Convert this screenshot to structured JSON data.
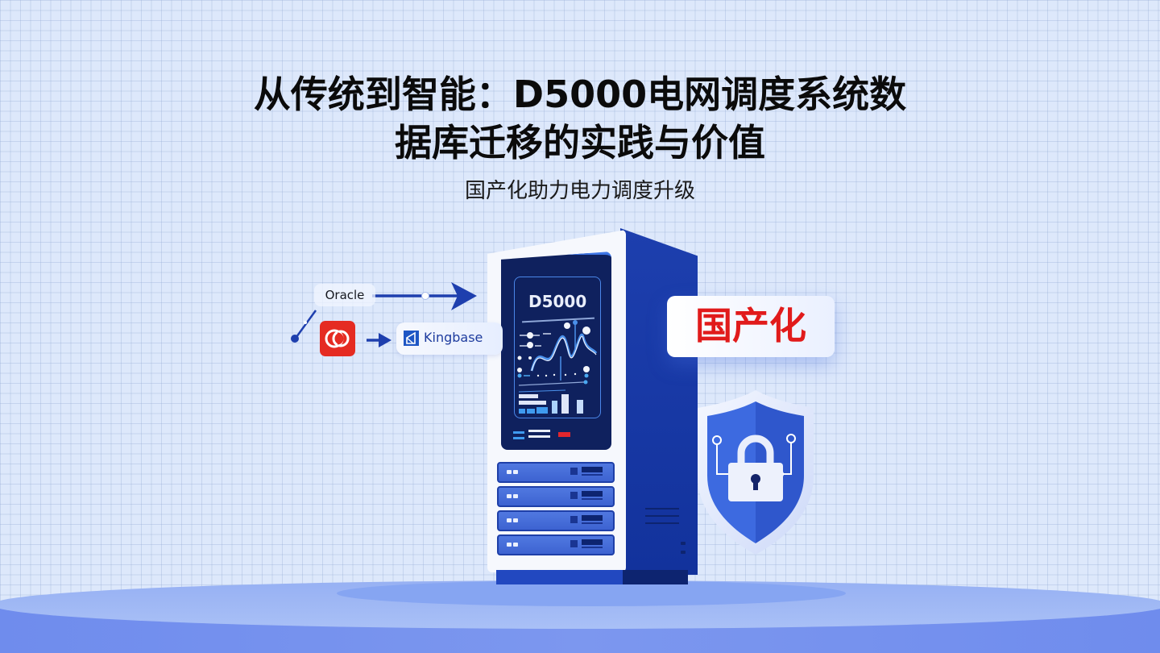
{
  "header": {
    "title_line1": "从传统到智能：D5000电网调度系统数",
    "title_line2": "据库迁移的实践与价值",
    "subtitle": "国产化助力电力调度升级"
  },
  "migration": {
    "source_label": "Oracle",
    "target_label": "Kingbase",
    "source_icon": "oracle-db-icon",
    "red_app_icon": "red-rings-app-icon",
    "target_icon": "kingbase-logo-icon",
    "arrow_color": "#1e3fae"
  },
  "server": {
    "screen_label": "D5000",
    "drive_count": 4,
    "body_color": "#1d3fae",
    "front_color": "#f6f8fd",
    "screen_color": "#0f215e"
  },
  "badge": {
    "label": "国产化",
    "text_color": "#e11b1b"
  },
  "security": {
    "icon": "shield-lock-icon",
    "color": "#2f5fd6"
  },
  "colors": {
    "background": "#dde8fb",
    "grid": "#96acd6",
    "platform": "#8aa6f1"
  }
}
